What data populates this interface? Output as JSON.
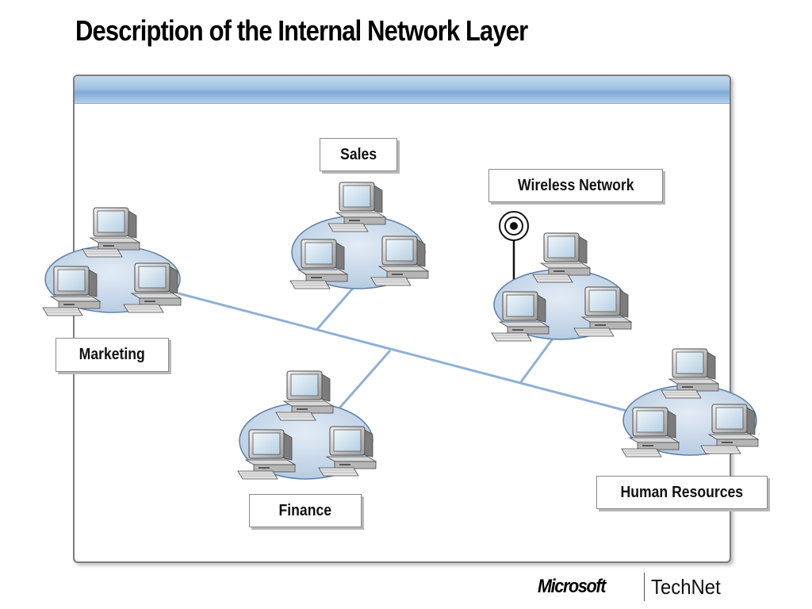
{
  "title": "Description of the Internal Network Layer",
  "diagram": {
    "groups": [
      {
        "id": "marketing",
        "label": "Marketing"
      },
      {
        "id": "sales",
        "label": "Sales"
      },
      {
        "id": "wireless",
        "label": "Wireless Network"
      },
      {
        "id": "finance",
        "label": "Finance"
      },
      {
        "id": "hr",
        "label": "Human Resources"
      }
    ]
  },
  "footer": {
    "brand": "Microsoft",
    "product": "TechNet"
  },
  "colors": {
    "link": "#8fb0d4",
    "cloud_fill": "#c9d9ea",
    "cloud_stroke": "#5d7fa6",
    "header_accent": "#9fc2e4"
  }
}
